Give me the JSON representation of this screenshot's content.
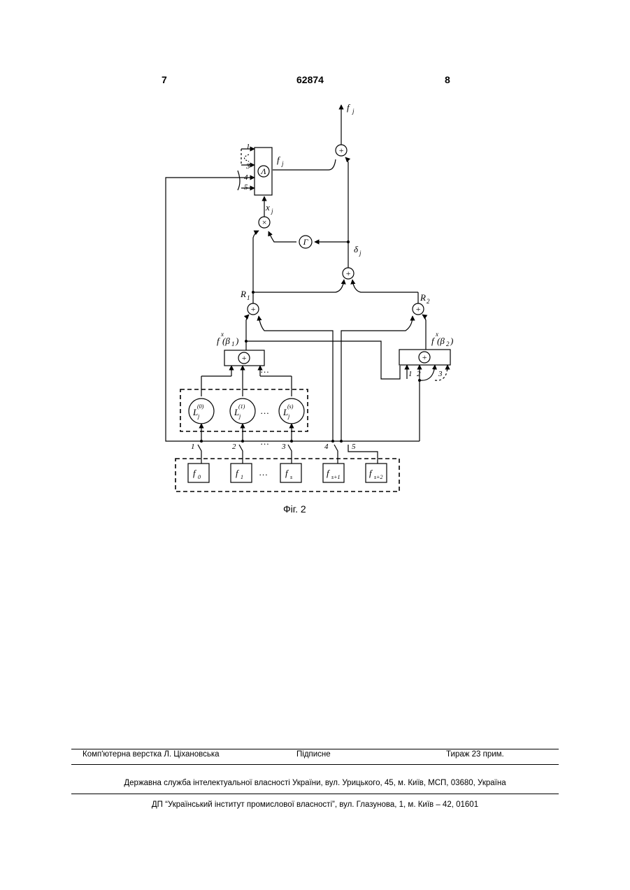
{
  "header": {
    "page_left": "7",
    "patent_number": "62874",
    "page_right": "8"
  },
  "figure": {
    "caption": "Фіг. 2",
    "labels": {
      "f_out": "f",
      "f_out_sub": "j",
      "f_tilde": "f",
      "f_tilde_sub": "j",
      "x_j": "x",
      "x_j_sub": "j",
      "delta_j": "δ",
      "delta_j_sub": "j",
      "R1": "R",
      "R1_sub": "1",
      "R2": "R",
      "R2_sub": "2",
      "fb1": "f",
      "fb1_sup": "x",
      "fb1_arg": "(β",
      "fb1_argsub": "1",
      "fb1_close": ")",
      "fb2": "f",
      "fb2_sup": "x",
      "fb2_arg": "(β",
      "fb2_argsub": "2",
      "fb2_close": ")",
      "L0": "L",
      "L0_sub": "j",
      "L0_sup": "(0)",
      "L1": "L",
      "L1_sub": "j",
      "L1_sup": "(1)",
      "Ls": "L",
      "Ls_sub": "j",
      "Ls_sup": "(s)",
      "src0": "f",
      "src0_sub": "0",
      "src1": "f",
      "src1_sub": "1",
      "srcs": "f",
      "srcs_sub": "s",
      "srcs1": "f",
      "srcs1_sub": "s+1",
      "srcs2": "f",
      "srcs2_sub": "s+2",
      "and_in": [
        "1",
        "3",
        "4",
        "5"
      ],
      "sw": [
        "1",
        "2",
        "3",
        "4",
        "5"
      ],
      "r2_in": [
        "1",
        "2",
        "3"
      ],
      "ellipsis": "…",
      "op_plus": "+",
      "op_times": "×",
      "op_and": "Λ",
      "op_gamma": "Γ"
    }
  },
  "footer": {
    "composer": "Комп'ютерна верстка Л. Ціхановська",
    "signed": "Підписне",
    "print_run": "Тираж 23 прим.",
    "agency": "Державна служба інтелектуальної власності України, вул. Урицького, 45, м. Київ, МСП, 03680, Україна",
    "institute": "ДП “Український інститут промислової власності”, вул. Глазунова, 1, м. Київ – 42, 01601"
  }
}
